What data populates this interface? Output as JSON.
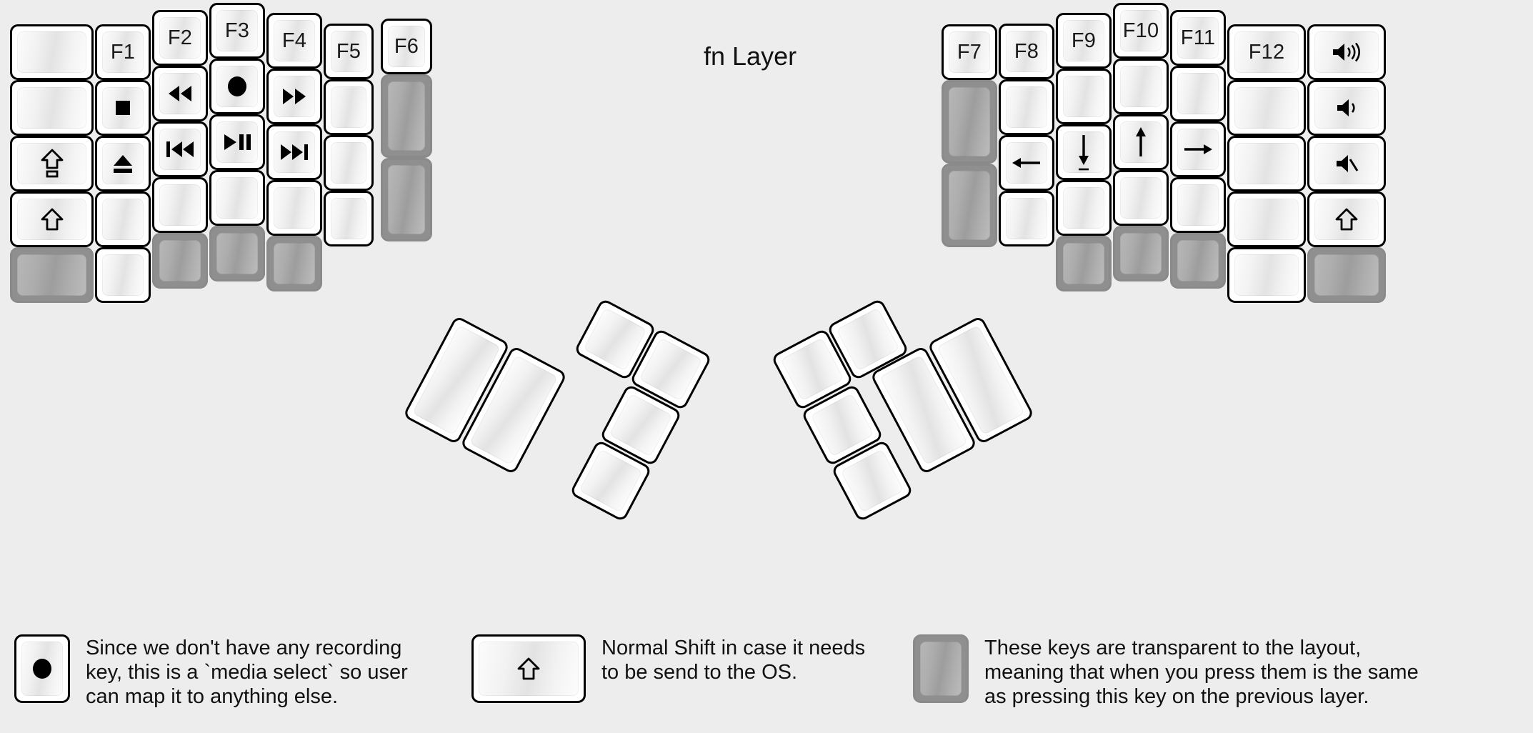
{
  "title": "fn Layer",
  "colors": {
    "background": "#ededed",
    "keycap_white": "#ffffff",
    "keycap_transparent": "#a8a8a8",
    "border": "#000000",
    "text": "#111111"
  },
  "keyboard": {
    "name": "split-ergonomic-keyboard",
    "left_half": {
      "columns": [
        {
          "name": "column-1",
          "keys": [
            {
              "label": "",
              "icon": "",
              "type": "normal"
            },
            {
              "label": "",
              "icon": "",
              "type": "normal"
            },
            {
              "label": "",
              "icon": "caps-lock-icon",
              "type": "normal"
            },
            {
              "label": "",
              "icon": "shift-icon",
              "type": "normal"
            },
            {
              "label": "",
              "icon": "",
              "type": "transparent"
            }
          ]
        },
        {
          "name": "column-2",
          "keys": [
            {
              "label": "F1",
              "icon": "",
              "type": "normal"
            },
            {
              "label": "",
              "icon": "media-stop-icon",
              "type": "normal"
            },
            {
              "label": "",
              "icon": "media-eject-icon",
              "type": "normal"
            },
            {
              "label": "",
              "icon": "",
              "type": "normal"
            },
            {
              "label": "",
              "icon": "",
              "type": "normal"
            }
          ]
        },
        {
          "name": "column-3",
          "keys": [
            {
              "label": "F2",
              "icon": "",
              "type": "normal"
            },
            {
              "label": "",
              "icon": "media-rewind-icon",
              "type": "normal"
            },
            {
              "label": "",
              "icon": "media-previous-icon",
              "type": "normal"
            },
            {
              "label": "",
              "icon": "",
              "type": "normal"
            },
            {
              "label": "",
              "icon": "",
              "type": "transparent"
            }
          ]
        },
        {
          "name": "column-4",
          "keys": [
            {
              "label": "F3",
              "icon": "",
              "type": "normal"
            },
            {
              "label": "",
              "icon": "media-record-icon",
              "type": "normal"
            },
            {
              "label": "",
              "icon": "media-play-pause-icon",
              "type": "normal"
            },
            {
              "label": "",
              "icon": "",
              "type": "normal"
            },
            {
              "label": "",
              "icon": "",
              "type": "transparent"
            }
          ]
        },
        {
          "name": "column-5",
          "keys": [
            {
              "label": "F4",
              "icon": "",
              "type": "normal"
            },
            {
              "label": "",
              "icon": "media-fast-forward-icon",
              "type": "normal"
            },
            {
              "label": "",
              "icon": "media-next-icon",
              "type": "normal"
            },
            {
              "label": "",
              "icon": "",
              "type": "normal"
            },
            {
              "label": "",
              "icon": "",
              "type": "transparent"
            }
          ]
        },
        {
          "name": "column-6",
          "keys": [
            {
              "label": "F5",
              "icon": "",
              "type": "normal"
            },
            {
              "label": "",
              "icon": "",
              "type": "normal"
            },
            {
              "label": "",
              "icon": "",
              "type": "normal"
            },
            {
              "label": "",
              "icon": "",
              "type": "normal"
            }
          ]
        },
        {
          "name": "column-7",
          "keys": [
            {
              "label": "F6",
              "icon": "",
              "type": "normal"
            },
            {
              "label": "",
              "icon": "",
              "type": "transparent"
            },
            {
              "label": "",
              "icon": "",
              "type": "transparent"
            }
          ]
        }
      ],
      "thumb_cluster": {
        "name": "left-thumb-cluster",
        "keys": [
          {
            "label": "",
            "icon": "",
            "type": "normal",
            "size": "tall"
          },
          {
            "label": "",
            "icon": "",
            "type": "normal",
            "size": "tall"
          },
          {
            "label": "",
            "icon": "",
            "type": "normal",
            "size": "small"
          },
          {
            "label": "",
            "icon": "",
            "type": "normal",
            "size": "small"
          },
          {
            "label": "",
            "icon": "",
            "type": "normal",
            "size": "small"
          },
          {
            "label": "",
            "icon": "",
            "type": "normal",
            "size": "small"
          }
        ]
      }
    },
    "right_half": {
      "columns": [
        {
          "name": "column-1",
          "keys": [
            {
              "label": "F7",
              "icon": "",
              "type": "normal"
            },
            {
              "label": "",
              "icon": "",
              "type": "transparent"
            },
            {
              "label": "",
              "icon": "",
              "type": "transparent"
            }
          ]
        },
        {
          "name": "column-2",
          "keys": [
            {
              "label": "F8",
              "icon": "",
              "type": "normal"
            },
            {
              "label": "",
              "icon": "",
              "type": "normal"
            },
            {
              "label": "",
              "icon": "arrow-left-icon",
              "type": "normal"
            },
            {
              "label": "",
              "icon": "",
              "type": "normal"
            }
          ]
        },
        {
          "name": "column-3",
          "keys": [
            {
              "label": "F9",
              "icon": "",
              "type": "normal"
            },
            {
              "label": "",
              "icon": "",
              "type": "normal"
            },
            {
              "label": "",
              "icon": "arrow-down-icon",
              "type": "normal"
            },
            {
              "label": "",
              "icon": "",
              "type": "normal"
            },
            {
              "label": "",
              "icon": "",
              "type": "transparent"
            }
          ]
        },
        {
          "name": "column-4",
          "keys": [
            {
              "label": "F10",
              "icon": "",
              "type": "normal"
            },
            {
              "label": "",
              "icon": "",
              "type": "normal"
            },
            {
              "label": "",
              "icon": "arrow-up-icon",
              "type": "normal"
            },
            {
              "label": "",
              "icon": "",
              "type": "normal"
            },
            {
              "label": "",
              "icon": "",
              "type": "transparent"
            }
          ]
        },
        {
          "name": "column-5",
          "keys": [
            {
              "label": "F11",
              "icon": "",
              "type": "normal"
            },
            {
              "label": "",
              "icon": "",
              "type": "normal"
            },
            {
              "label": "",
              "icon": "arrow-right-icon",
              "type": "normal"
            },
            {
              "label": "",
              "icon": "",
              "type": "normal"
            },
            {
              "label": "",
              "icon": "",
              "type": "transparent"
            }
          ]
        },
        {
          "name": "column-6",
          "keys": [
            {
              "label": "F12",
              "icon": "",
              "type": "normal"
            },
            {
              "label": "",
              "icon": "",
              "type": "normal"
            },
            {
              "label": "",
              "icon": "",
              "type": "normal"
            },
            {
              "label": "",
              "icon": "",
              "type": "normal"
            },
            {
              "label": "",
              "icon": "",
              "type": "normal"
            }
          ]
        },
        {
          "name": "column-7",
          "keys": [
            {
              "label": "",
              "icon": "volume-up-icon",
              "type": "normal"
            },
            {
              "label": "",
              "icon": "volume-down-icon",
              "type": "normal"
            },
            {
              "label": "",
              "icon": "volume-mute-icon",
              "type": "normal"
            },
            {
              "label": "",
              "icon": "shift-icon",
              "type": "normal"
            },
            {
              "label": "",
              "icon": "",
              "type": "transparent"
            }
          ]
        }
      ],
      "thumb_cluster": {
        "name": "right-thumb-cluster",
        "keys": [
          {
            "label": "",
            "icon": "",
            "type": "normal",
            "size": "small"
          },
          {
            "label": "",
            "icon": "",
            "type": "normal",
            "size": "small"
          },
          {
            "label": "",
            "icon": "",
            "type": "normal",
            "size": "small"
          },
          {
            "label": "",
            "icon": "",
            "type": "normal",
            "size": "small"
          },
          {
            "label": "",
            "icon": "",
            "type": "normal",
            "size": "tall"
          },
          {
            "label": "",
            "icon": "",
            "type": "normal",
            "size": "tall"
          }
        ]
      }
    }
  },
  "legend": [
    {
      "icon": "media-record-icon",
      "key_type": "normal",
      "text": "Since we don't have any recording\nkey, this is a `media select` so user\ncan map it to anything else."
    },
    {
      "icon": "shift-icon",
      "key_type": "normal",
      "text": "Normal Shift in case it needs\nto be send to the OS."
    },
    {
      "icon": "",
      "key_type": "transparent",
      "text": "These keys are transparent to the layout,\nmeaning that when you press them is the same\nas pressing this key on the previous layer."
    }
  ]
}
